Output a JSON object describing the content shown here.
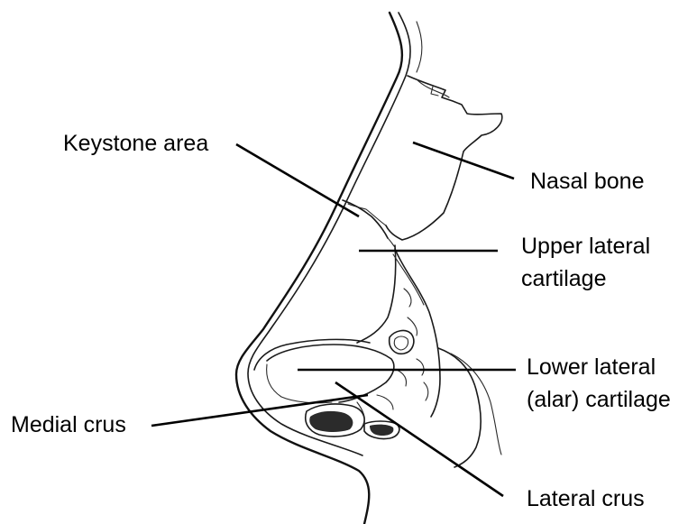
{
  "labels": {
    "keystone_area": "Keystone area",
    "nasal_bone": "Nasal bone",
    "upper_lateral": {
      "line1": "Upper lateral",
      "line2": "cartilage"
    },
    "lower_lateral": {
      "line1": "Lower lateral",
      "line2": "(alar) cartilage"
    },
    "medial_crus": "Medial crus",
    "lateral_crus": "Lateral crus"
  },
  "colors": {
    "ink": "#000000",
    "background": "#ffffff"
  }
}
